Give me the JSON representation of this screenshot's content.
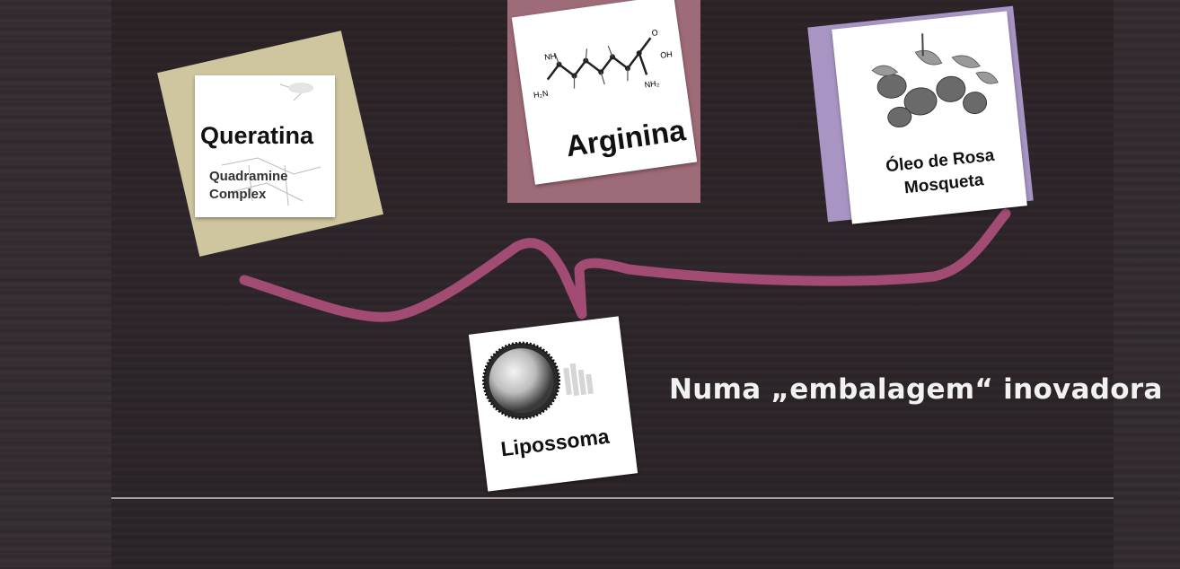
{
  "cards": {
    "queratina": {
      "title": "Queratina",
      "subtitle_line1": "Quadramine",
      "subtitle_line2": "Complex",
      "icon": "keratin-structure-icon",
      "color": "#cfc6a0"
    },
    "arginina": {
      "title": "Arginina",
      "icon": "arginine-molecule-icon",
      "color": "#9e6b78"
    },
    "oleo": {
      "title_line1": "Óleo de Rosa",
      "title_line2": "Mosqueta",
      "icon": "rosehip-fruit-icon",
      "color": "#a895c4"
    },
    "lipossoma": {
      "title": "Lipossoma",
      "icon": "liposome-sphere-icon"
    }
  },
  "tagline": "Numa „embalagem“ inovadora",
  "colors": {
    "background": "#2a2226",
    "connector": "#a24c74",
    "text": "#f2f2f2"
  }
}
